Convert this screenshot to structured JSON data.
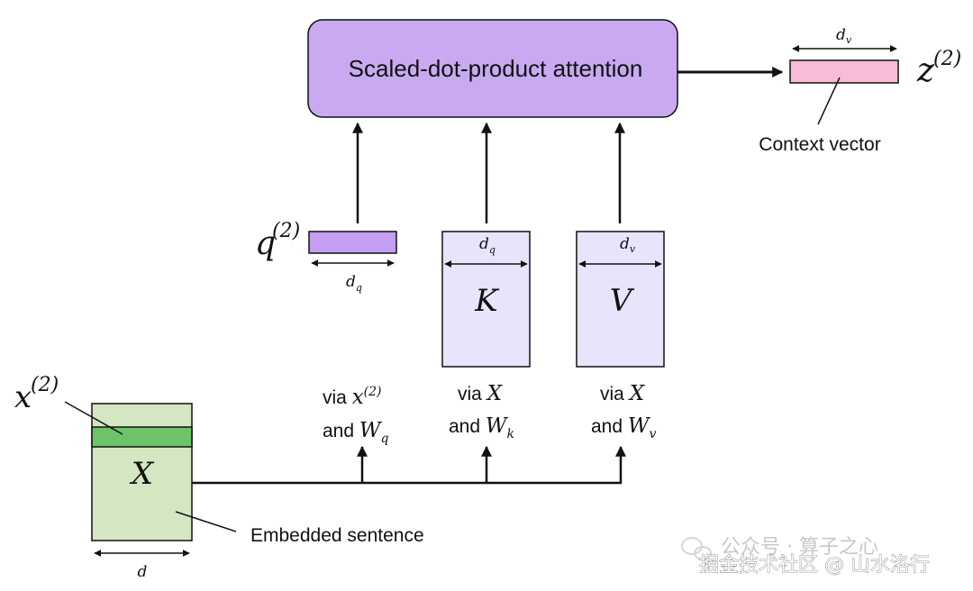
{
  "attention": {
    "label": "Scaled-dot-product attention"
  },
  "output": {
    "var": "z",
    "superscript": "(2)",
    "dim": "d",
    "dim_sub": "v",
    "caption": "Context vector"
  },
  "query": {
    "var": "q",
    "superscript": "(2)",
    "dim": "d",
    "dim_sub": "q",
    "via_line1_prefix": "via ",
    "via_var1": "x",
    "via_sup1": "(2)",
    "via_line2_prefix": "and ",
    "via_var2": "W",
    "via_sub2": "q"
  },
  "keys": {
    "label": "K",
    "dim": "d",
    "dim_sub": "q",
    "via_line1_prefix": "via ",
    "via_var1": "X",
    "via_line2_prefix": "and ",
    "via_var2": "W",
    "via_sub2": "k"
  },
  "values": {
    "label": "V",
    "dim": "d",
    "dim_sub": "v",
    "via_line1_prefix": "via ",
    "via_var1": "X",
    "via_line2_prefix": "and ",
    "via_var2": "W",
    "via_sub2": "v"
  },
  "input": {
    "label": "X",
    "row_var": "x",
    "row_superscript": "(2)",
    "dim": "d",
    "caption": "Embedded sentence"
  },
  "watermark": {
    "line1": "公众号 · 算子之心",
    "line2": "掘金技术社区 @ 山水洛行"
  },
  "colors": {
    "attention_fill": "#c9aaf0",
    "query_fill": "#c39ef2",
    "kv_fill": "#e8e4fb",
    "output_fill": "#f7bcd9",
    "input_fill": "#d4e7c2",
    "row_fill": "#6cc36a",
    "stroke": "#111111"
  }
}
